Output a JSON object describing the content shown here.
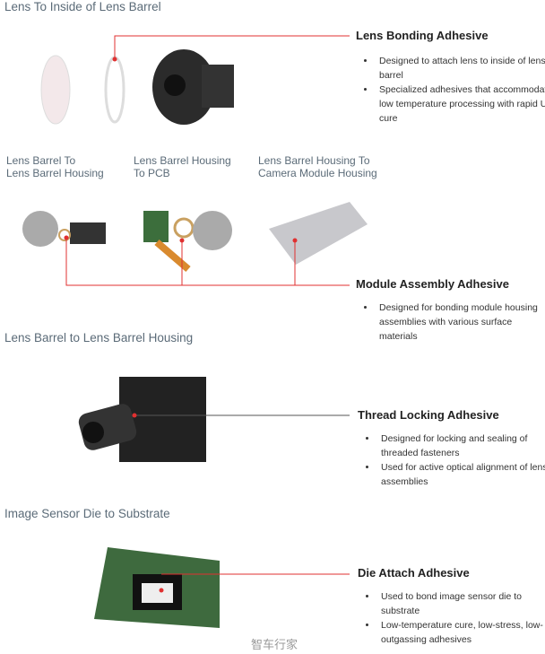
{
  "sections": {
    "s1": "Lens To Inside of Lens Barrel",
    "s2": "Lens Barrel to Lens Barrel Housing",
    "s3": "Image Sensor Die to Substrate"
  },
  "subheads": [
    "Lens Barrel To\nLens Barrel Housing",
    "Lens Barrel Housing\nTo PCB",
    "Lens Barrel Housing To\nCamera Module Housing"
  ],
  "adhesives": [
    {
      "title": "Lens Bonding Adhesive",
      "bullets": [
        "Designed to attach lens to inside of lens barrel",
        "Specialized adhesives that accommodate low temperature processing with rapid UV cure"
      ]
    },
    {
      "title": "Module Assembly Adhesive",
      "bullets": [
        "Designed for bonding module housing assemblies with various surface materials"
      ]
    },
    {
      "title": "Thread Locking Adhesive",
      "bullets": [
        "Designed for locking and sealing of threaded fasteners",
        "Used for active optical alignment of lens assemblies"
      ]
    },
    {
      "title": "Die Attach Adhesive",
      "bullets": [
        "Used to bond image sensor die to substrate",
        "Low-temperature cure, low-stress, low-outgassing adhesives"
      ]
    }
  ],
  "watermark": "智车行家",
  "colors": {
    "accent": "#e03030"
  }
}
